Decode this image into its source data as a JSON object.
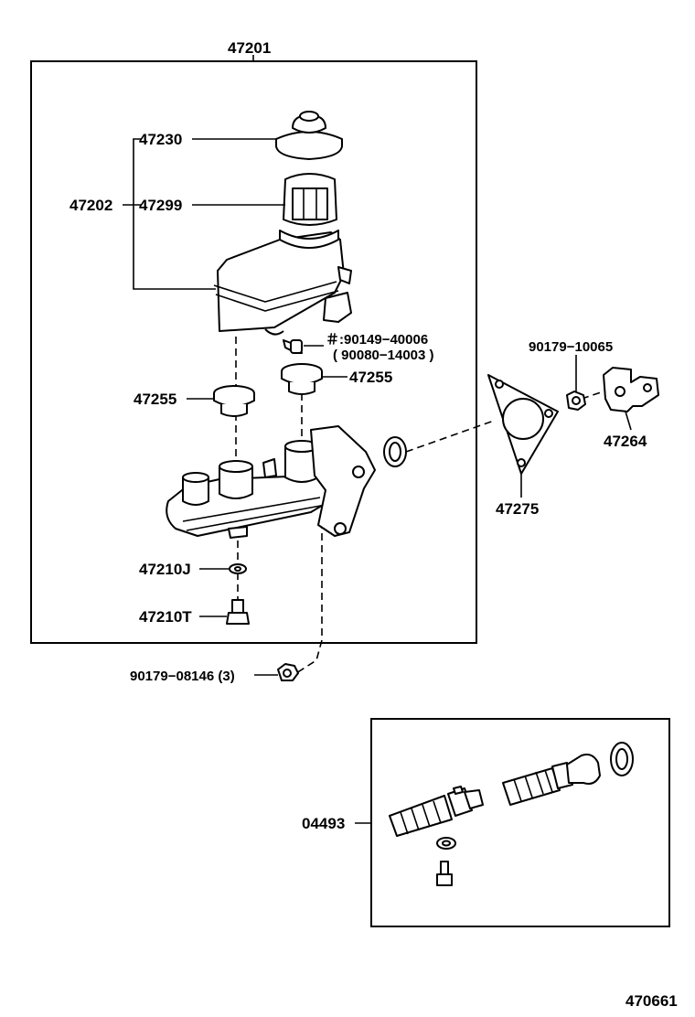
{
  "labels": {
    "assembly": "47201",
    "cap": "47230",
    "reservoir_set": "47202",
    "reservoir": "47299",
    "screw_line1": "＃:90149−40006",
    "screw_line2": "( 90080−14003 )",
    "grommet_right": "47255",
    "grommet_left": "47255",
    "washer": "47210J",
    "union_bolt": "47210T",
    "nut_bottom": "90179−08146 (3)",
    "nut_top": "90179−10065",
    "bracket": "47264",
    "gasket": "47275",
    "kit": "04493",
    "figure_number": "470661"
  }
}
